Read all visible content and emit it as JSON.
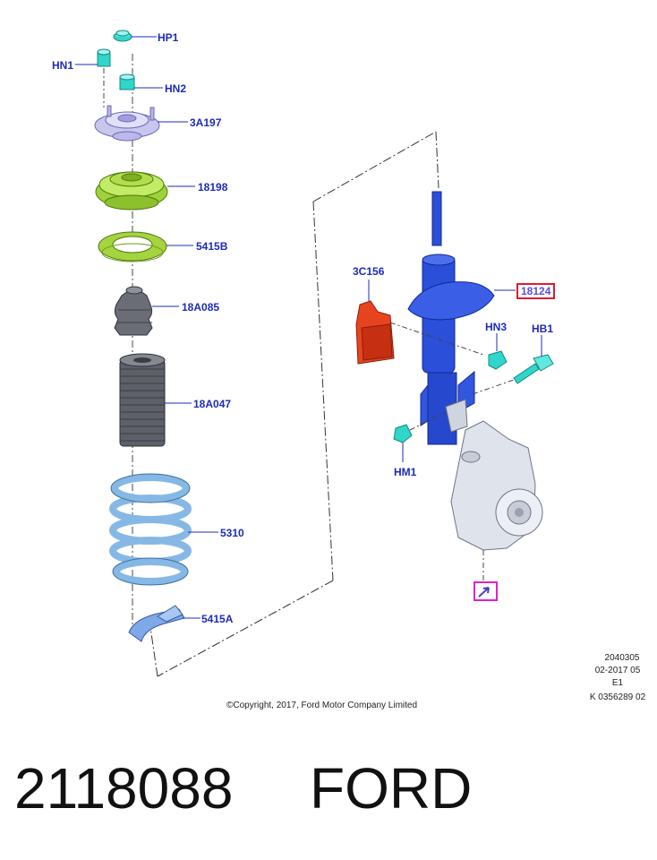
{
  "diagram": {
    "labels": {
      "hp1": "HP1",
      "hn1": "HN1",
      "hn2": "HN2",
      "p3a197": "3A197",
      "p18198": "18198",
      "p5415b": "5415B",
      "p18a085": "18A085",
      "p18a047": "18A047",
      "p5310": "5310",
      "p5415a": "5415A",
      "p3c156": "3C156",
      "p18124": "18124",
      "hn3": "HN3",
      "hb1": "HB1",
      "hm1": "HM1"
    },
    "meta": {
      "line1": "2040305",
      "line2": "02-2017 05",
      "line3": "E1",
      "line4": "K 0356289 02"
    },
    "copyright": "©Copyright, 2017, Ford Motor Company Limited"
  },
  "caption": {
    "part_number": "2118088",
    "brand": "FORD"
  },
  "colors": {
    "label_blue": "#1d2bb8",
    "highlight_red": "#e01a2c",
    "highlight_magenta": "#e21fd1",
    "strut_blue": "#2b4fd8",
    "spring_blue": "#86b8e6",
    "seat_green": "#9fd13a",
    "cyan_fastener": "#2fd6c9",
    "bracket_red": "#e8431f"
  }
}
